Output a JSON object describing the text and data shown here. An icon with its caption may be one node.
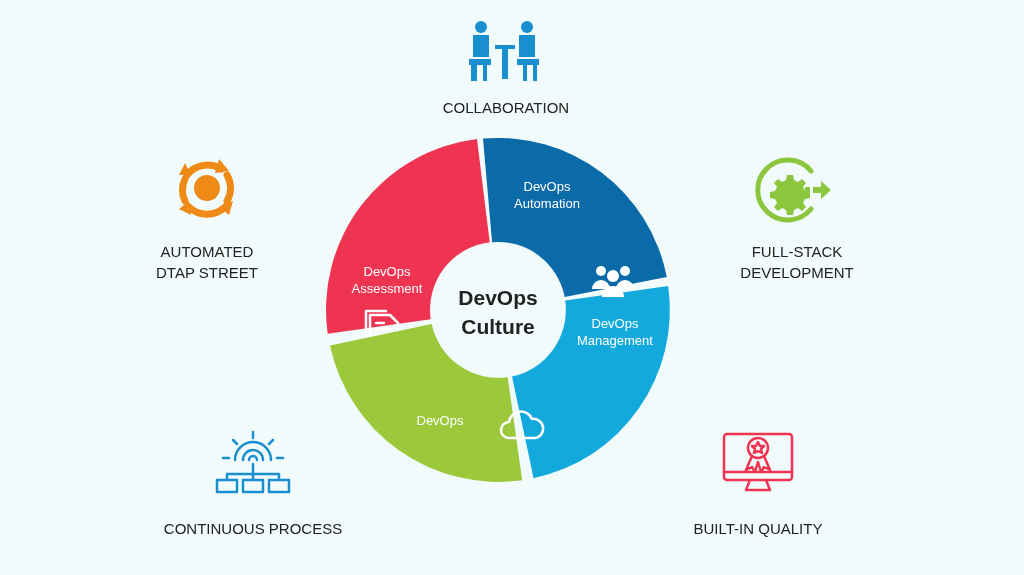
{
  "diagram": {
    "nodes": [
      {
        "text": [
          "DevOps Automation"
        ]
      },
      {
        "text": [
          "DevOps Assessment"
        ]
      },
      {
        "text": [
          "DevOps Management"
        ]
      },
      {
        "text": [
          "DevOps"
        ]
      }
    ],
    "labels": [
      "COLLABORATION",
      "AUTOMATED DTAP STREET",
      "FULL-STACK DEVELOPMENT",
      "DevOps Culture",
      "CONTINUOUS PROCESS",
      "BUILT-IN QUALITY"
    ]
  }
}
